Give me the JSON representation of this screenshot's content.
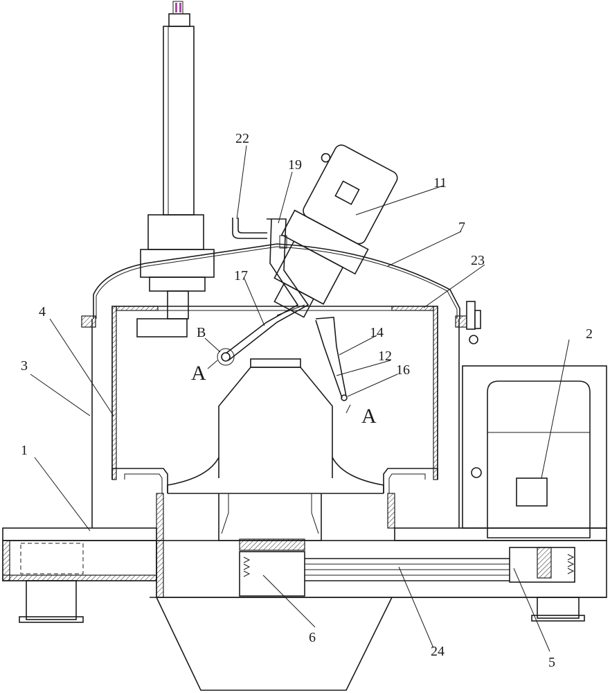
{
  "labels": {
    "l1": "1",
    "l2": "2",
    "l3": "3",
    "l4": "4",
    "l5": "5",
    "l6": "6",
    "l7": "7",
    "l11": "11",
    "l12": "12",
    "l14": "14",
    "l16": "16",
    "l17": "17",
    "l19": "19",
    "l22": "22",
    "l23": "23",
    "l24": "24"
  },
  "section_marks": {
    "a_left": "A",
    "a_right": "A",
    "detail_b": "B"
  }
}
